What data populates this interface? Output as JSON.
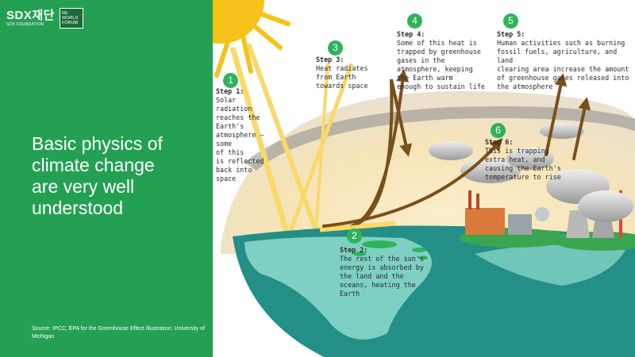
{
  "logo": {
    "mark": "SDX재단",
    "sub": "SDX FOUNDATION",
    "box_lines": [
      "RE",
      "WORLD",
      "FORUM"
    ]
  },
  "headline": "Basic physics of\nclimate change\nare very well\nunderstood",
  "source": "Source:  IPCC; EPA for the Greenhouse  Effect Illustration; University  of Michigan",
  "steps": [
    {
      "num": "1",
      "title": "Step 1:",
      "body": "Solar\nradiation\nreaches the\nEarth's\natmosphere —\nsome\nof this\nis reflected\nback into\nspace"
    },
    {
      "num": "2",
      "title": "Step 2:",
      "body": "The rest of the sun's\nenergy is absorbed by\nthe land and the\noceans, heating the\nEarth"
    },
    {
      "num": "3",
      "title": "Step 3:",
      "body": "Heat radiates\nfrom Earth\ntowards space"
    },
    {
      "num": "4",
      "title": "Step 4:",
      "body": "Some of this heat is\ntrapped by greenhouse\ngases in the\natmosphere, keeping\nthe Earth warm\nenough  to sustain life"
    },
    {
      "num": "5",
      "title": "Step 5:",
      "body": "Human activities such as burning\nfossil fuels, agriculture, and land\nclearing area increase the amount\nof greenhouse gases released into\nthe atmosphere"
    },
    {
      "num": "6",
      "title": "Step 6:",
      "body": "This is trapping\nextra heat, and\ncausing the Earth's\ntemperature to rise"
    }
  ],
  "colors": {
    "panel_green": "#24a053",
    "badge_green": "#2fb35a",
    "sun": "#f6c21a",
    "ocean": "#238f86",
    "land": "#7ed0c2",
    "arrow": "#7a4f1c"
  }
}
